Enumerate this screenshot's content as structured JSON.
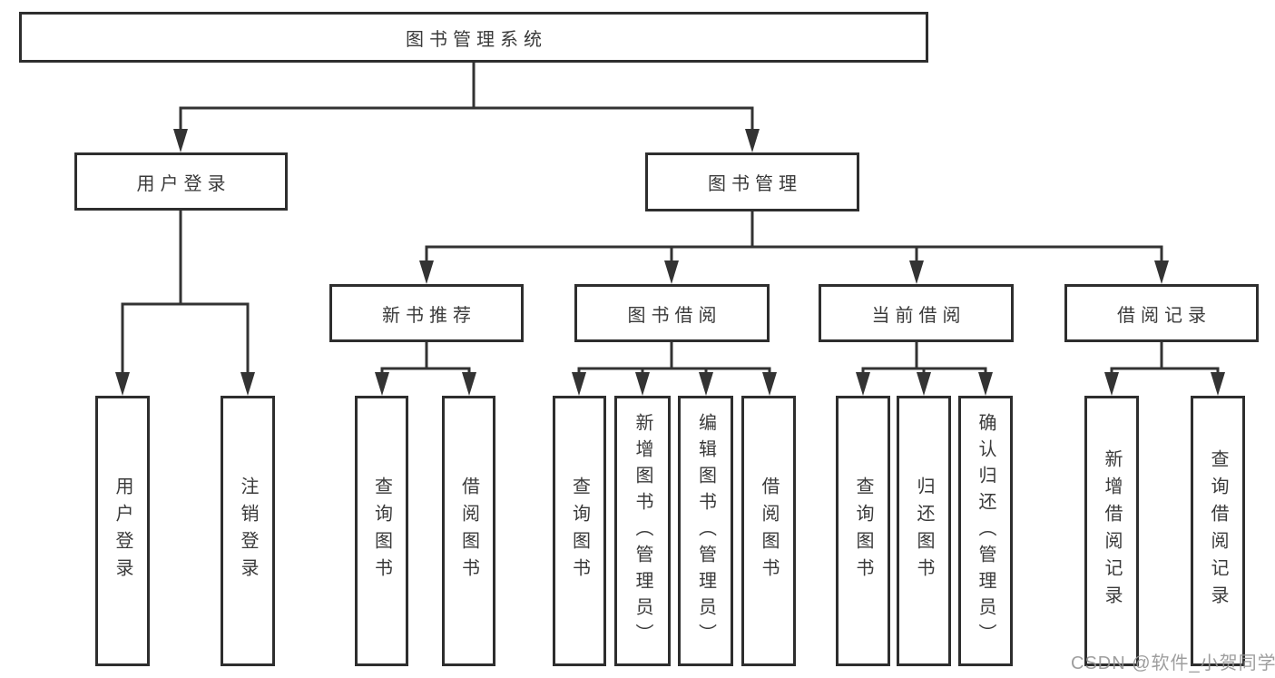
{
  "diagram": {
    "type": "hierarchy-tree",
    "title": "图书管理系统",
    "colors": {
      "background": "#ffffff",
      "line": "#333333",
      "box_border": "#2e2e2e",
      "text": "#3a3a3a",
      "watermark_text": "#949494"
    },
    "watermark": "CSDN @软件_小贺同学",
    "nodes": {
      "root": {
        "label": "图书管理系统"
      },
      "user_login": {
        "label": "用户登录"
      },
      "book_mgmt": {
        "label": "图书管理"
      },
      "new_book_rec": {
        "label": "新书推荐"
      },
      "book_borrow": {
        "label": "图书借阅"
      },
      "current_borrow": {
        "label": "当前借阅"
      },
      "borrow_record": {
        "label": "借阅记录"
      },
      "leaf_login": {
        "label": "用户登录"
      },
      "leaf_logout": {
        "label": "注销登录"
      },
      "rec_query_book": {
        "label": "查询图书"
      },
      "rec_borrow_book": {
        "label": "借阅图书"
      },
      "bb_query_book": {
        "label": "查询图书"
      },
      "bb_add_book": {
        "label": "新增图书（管理员）"
      },
      "bb_edit_book": {
        "label": "编辑图书（管理员）"
      },
      "bb_borrow_book": {
        "label": "借阅图书"
      },
      "cb_query_book": {
        "label": "查询图书"
      },
      "cb_return_book": {
        "label": "归还图书"
      },
      "cb_confirm_return": {
        "label": "确认归还（管理员）"
      },
      "br_add_record": {
        "label": "新增借阅记录"
      },
      "br_query_record": {
        "label": "查询借阅记录"
      }
    },
    "hierarchy": {
      "图书管理系统": {
        "用户登录": [
          "用户登录",
          "注销登录"
        ],
        "图书管理": {
          "新书推荐": [
            "查询图书",
            "借阅图书"
          ],
          "图书借阅": [
            "查询图书",
            "新增图书（管理员）",
            "编辑图书（管理员）",
            "借阅图书"
          ],
          "当前借阅": [
            "查询图书",
            "归还图书",
            "确认归还（管理员）"
          ],
          "借阅记录": [
            "新增借阅记录",
            "查询借阅记录"
          ]
        }
      }
    }
  }
}
